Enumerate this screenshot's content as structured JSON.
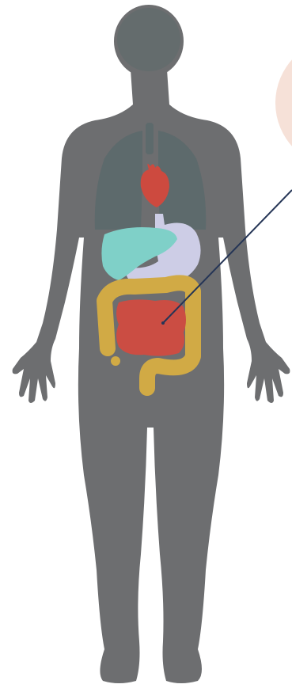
{
  "colors": {
    "background": "#ffffff",
    "body": "#6d6e70",
    "lungs": "#5d6a6c",
    "head_shade": "#5f6a6b",
    "heart": "#cd4a3f",
    "liver": "#7fd0c8",
    "stomach": "#cdcde6",
    "small_intestine": "#cb4d43",
    "large_intestine": "#d1aa45",
    "callout_circle": "#f6e1d8",
    "pointer_line": "#253556"
  },
  "organs": [
    {
      "name": "heart",
      "icon": "heart-organ"
    },
    {
      "name": "liver",
      "icon": "liver-organ"
    },
    {
      "name": "stomach",
      "icon": "stomach-organ"
    },
    {
      "name": "small-intestine",
      "icon": "small-intestine-organ"
    },
    {
      "name": "large-intestine",
      "icon": "large-intestine-organ"
    },
    {
      "name": "lungs",
      "icon": "lungs-organ"
    }
  ],
  "callout": {
    "target": "small-intestine",
    "icon": "callout-circle"
  }
}
